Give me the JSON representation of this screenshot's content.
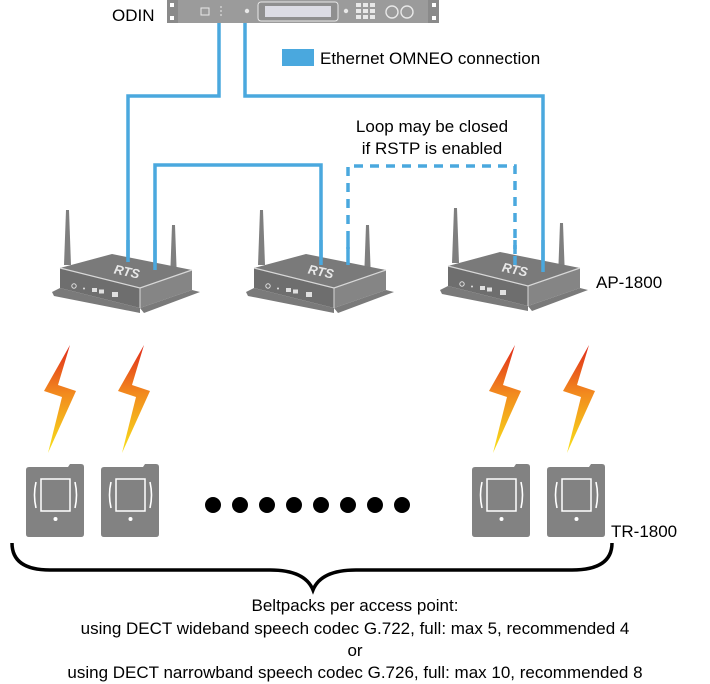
{
  "devices": {
    "odin": {
      "label": "ODIN"
    },
    "access_point": {
      "label": "AP-1800",
      "brand": "RTS",
      "count_shown": 3
    },
    "beltpack": {
      "label": "TR-1800",
      "count_shown": 4
    }
  },
  "legend": {
    "items": [
      {
        "label": "Ethernet OMNEO connection",
        "color": "#4aa8de"
      }
    ]
  },
  "annotations": {
    "loop_note_line1": "Loop may be closed",
    "loop_note_line2": "if RSTP is enabled"
  },
  "ellipsis_dots": 8,
  "caption": {
    "title": "Beltpacks per access point:",
    "line1": "using DECT wideband speech codec G.722, full: max 5, recommended 4",
    "or": "or",
    "line2": "using DECT narrowband speech codec G.726, full: max 10, recommended 8"
  },
  "colors": {
    "connection": "#4aa8de",
    "device_gray": "#7f7f7f",
    "device_dark": "#6a6a6a",
    "bolt_top": "#e02a1a",
    "bolt_mid": "#f28a1e",
    "bolt_bottom": "#f8e21a"
  }
}
